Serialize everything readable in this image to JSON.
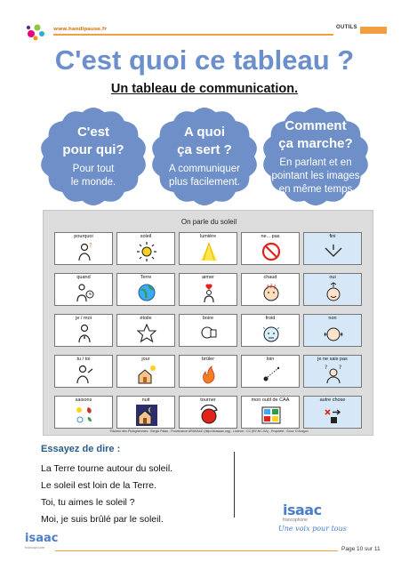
{
  "header": {
    "url": "www.handipause.fr",
    "section": "OUTILS"
  },
  "title": "C'est quoi ce tableau ?",
  "subtitle": "Un tableau de communication.",
  "badges": [
    {
      "head": [
        "C'est",
        "pour qui?"
      ],
      "body": [
        "Pour tout",
        "le monde."
      ]
    },
    {
      "head": [
        "A quoi",
        "ça sert ?"
      ],
      "body": [
        "A communiquer",
        "plus facilement."
      ]
    },
    {
      "head": [
        "Comment",
        "ça marche?"
      ],
      "body": [
        "En parlant et en",
        "pointant les images",
        "en même temps"
      ]
    }
  ],
  "badge_color": "#6e8fc8",
  "board": {
    "title": "On parle du soleil",
    "cells": [
      {
        "label": "pourquoi",
        "icon": "person-question-icon",
        "blue": false
      },
      {
        "label": "soleil",
        "icon": "sun-icon",
        "blue": false
      },
      {
        "label": "lumière",
        "icon": "light-beam-icon",
        "blue": false
      },
      {
        "label": "ne... pas",
        "icon": "prohibited-icon",
        "blue": false
      },
      {
        "label": "fini",
        "icon": "finished-hands-icon",
        "blue": true
      },
      {
        "label": "quand",
        "icon": "person-clock-icon",
        "blue": false
      },
      {
        "label": "Terre",
        "icon": "earth-icon",
        "blue": false
      },
      {
        "label": "aimer",
        "icon": "person-heart-icon",
        "blue": false
      },
      {
        "label": "chaud",
        "icon": "hot-face-icon",
        "blue": false
      },
      {
        "label": "oui",
        "icon": "yes-face-icon",
        "blue": true
      },
      {
        "label": "je / moi",
        "icon": "person-self-icon",
        "blue": false
      },
      {
        "label": "étoile",
        "icon": "star-icon",
        "blue": false
      },
      {
        "label": "boire",
        "icon": "drink-icon",
        "blue": false
      },
      {
        "label": "froid",
        "icon": "cold-face-icon",
        "blue": false
      },
      {
        "label": "non",
        "icon": "no-face-icon",
        "blue": true
      },
      {
        "label": "tu / toi",
        "icon": "person-you-icon",
        "blue": false
      },
      {
        "label": "jour",
        "icon": "day-house-icon",
        "blue": false
      },
      {
        "label": "brûler",
        "icon": "burn-icon",
        "blue": false
      },
      {
        "label": "loin",
        "icon": "far-icon",
        "blue": false
      },
      {
        "label": "je ne sais pas",
        "icon": "dont-know-icon",
        "blue": true
      },
      {
        "label": "saisons",
        "icon": "seasons-icon",
        "blue": false
      },
      {
        "label": "nuit",
        "icon": "night-house-icon",
        "blue": false
      },
      {
        "label": "tourner",
        "icon": "turn-icon",
        "blue": false
      },
      {
        "label": "mon outil de CAA",
        "icon": "aac-tool-icon",
        "blue": false
      },
      {
        "label": "autre chose",
        "icon": "something-else-icon",
        "blue": true
      }
    ],
    "credit": "©Auteur des Pictogrammes : Sergio Palao - Provenance ARASAAC (http://arasaac.org) - Licence : CC (BY-NC-SA) - Propriété : Gouv. D'Aragon"
  },
  "try": {
    "title": "Essayez de dire :",
    "sentences": [
      "La Terre tourne autour du soleil.",
      "Le soleil est loin de la Terre.",
      "Toi, tu aimes le soleil ?",
      "Moi, je suis brûlé par le soleil."
    ]
  },
  "logo": {
    "name": "isaac",
    "tag": "francophone",
    "slogan": "Une voix pour tous"
  },
  "footer": {
    "logo": "isaac",
    "logo_tag": "francophone",
    "page": "Page 10 sur 11"
  }
}
